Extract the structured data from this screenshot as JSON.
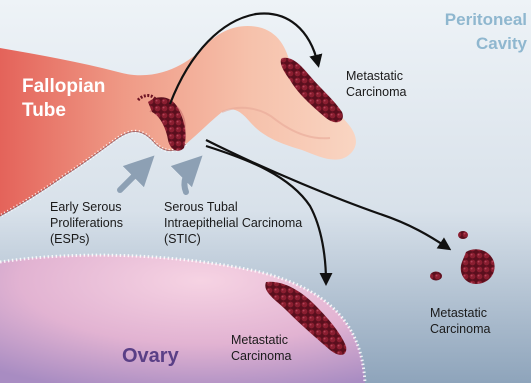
{
  "labels": {
    "peritoneal_line1": "Peritoneal",
    "peritoneal_line2": "Cavity",
    "fallopian_line1": "Fallopian",
    "fallopian_line2": "Tube",
    "esp_line1": "Early Serous",
    "esp_line2": "Proliferations",
    "esp_line3": "(ESPs)",
    "stic_line1": "Serous Tubal",
    "stic_line2": "Intraepithelial Carcinoma",
    "stic_line3": "(STIC)",
    "ovary": "Ovary",
    "meta_top_line1": "Metastatic",
    "meta_top_line2": "Carcinoma",
    "meta_right_line1": "Metastatic",
    "meta_right_line2": "Carcinoma",
    "meta_ovary_line1": "Metastatic",
    "meta_ovary_line2": "Carcinoma"
  },
  "colors": {
    "tube_light": "#f7c8b2",
    "tube_dark": "#e4635a",
    "ovary_pink": "#f2c6da",
    "ovary_purple": "#b898c8",
    "background_top": "#dde7ee",
    "background_bottom": "#9fb2c6",
    "tumor": "#6e1424",
    "arrow": "#111111",
    "pointer_arrow": "#8da0b4",
    "peritoneal_text": "#8fb7cf",
    "fallopian_text": "#ffffff",
    "ovary_text": "#5a3f86"
  }
}
